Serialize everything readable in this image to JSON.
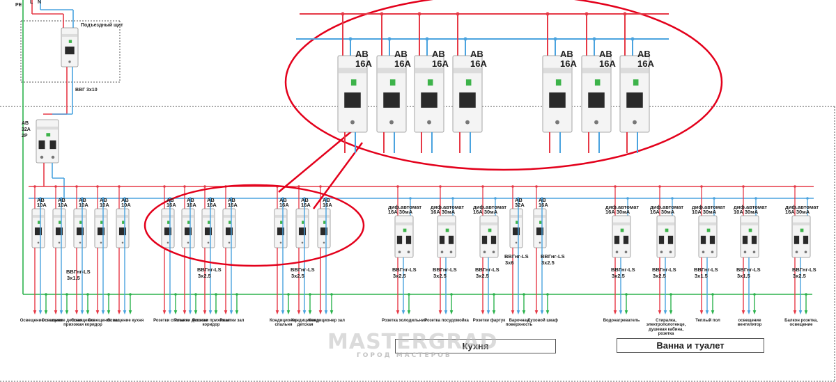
{
  "top": {
    "pe": "PE",
    "l": "L",
    "n": "N",
    "entrance_panel": "Подъездный щит",
    "input_cable": "ВВГ 3x10"
  },
  "main_breaker": {
    "type": "АВ",
    "rating": "32А",
    "poles": "2P"
  },
  "zoom": {
    "labels": [
      "АВ 16А",
      "АВ 16А",
      "АВ 16А",
      "АВ 16А",
      "АВ 16А",
      "АВ 16А",
      "АВ 16А"
    ]
  },
  "breakers": [
    {
      "l1": "АВ",
      "l2": "10А"
    },
    {
      "l1": "АВ",
      "l2": "10А"
    },
    {
      "l1": "АВ",
      "l2": "10А"
    },
    {
      "l1": "АВ",
      "l2": "10А"
    },
    {
      "l1": "АВ",
      "l2": "10А"
    },
    {
      "l1": "АВ",
      "l2": "16А"
    },
    {
      "l1": "АВ",
      "l2": "16А"
    },
    {
      "l1": "АВ",
      "l2": "16А"
    },
    {
      "l1": "АВ",
      "l2": "16А"
    },
    {
      "l1": "АВ",
      "l2": "16А"
    },
    {
      "l1": "АВ",
      "l2": "16А"
    },
    {
      "l1": "АВ",
      "l2": "16А"
    },
    {
      "l1": "диф.автомат",
      "l2": "16А 30мА"
    },
    {
      "l1": "диф.автомат",
      "l2": "16А 30мА"
    },
    {
      "l1": "диф.автомат",
      "l2": "16А 30мА"
    },
    {
      "l1": "АВ",
      "l2": "32А"
    },
    {
      "l1": "АВ",
      "l2": "16А"
    },
    {
      "l1": "диф.автомат",
      "l2": "16А 30мА"
    },
    {
      "l1": "диф.автомат",
      "l2": "16А 30мА"
    },
    {
      "l1": "диф.автомат",
      "l2": "10А 30мА"
    },
    {
      "l1": "диф.автомат",
      "l2": "10А 30мА"
    },
    {
      "l1": "диф.автомат",
      "l2": "16А 30мА"
    }
  ],
  "cables": [
    {
      "l1": "ВВГнг-LS",
      "l2": "3x1.5"
    },
    {
      "l1": "ВВГнг-LS",
      "l2": "3x2.5"
    },
    {
      "l1": "ВВГнг-LS",
      "l2": "3x2.5"
    },
    {
      "l1": "ВВГнг-LS",
      "l2": "3x2.5"
    },
    {
      "l1": "ВВГнг-LS",
      "l2": "3x2.5"
    },
    {
      "l1": "ВВГнг-LS",
      "l2": "3x2.5"
    },
    {
      "l1": "ВВГнг-LS",
      "l2": "3x6"
    },
    {
      "l1": "ВВГнг-LS",
      "l2": "3x2.5"
    },
    {
      "l1": "ВВГнг-LS",
      "l2": "3x2.5"
    },
    {
      "l1": "ВВГнг-LS",
      "l2": "3x2.5"
    },
    {
      "l1": "ВВГнг-LS",
      "l2": "3x1.5"
    },
    {
      "l1": "ВВГнг-LS",
      "l2": "3x1.5"
    },
    {
      "l1": "ВВГнг-LS",
      "l2": "3x2.5"
    }
  ],
  "consumers": [
    "Освещение спальня",
    "Освещение детская",
    "Освещение прихожая коридор",
    "Освещение зал",
    "Освещение кухня",
    "Розетки спальня",
    "Розетки детская",
    "Розетки прихожая коридор",
    "Розетки зал",
    "Кондиционер спальня",
    "Кондиционер детская",
    "Кондиционер зал",
    "Розетка холодильник",
    "Розетка посудомойка",
    "Розетки фартук",
    "Варочная поверхность",
    "Духовой шкаф",
    "Водонагреватель",
    "Стиралка, электрополотенце, душевая кабина, розетка",
    "Теплый пол",
    "освещение вентилятор",
    "Балкон розетка, освещение"
  ],
  "groups": {
    "kitchen": "Кухня",
    "bath": "Ванна и туалет"
  },
  "watermark": {
    "main": "MASTERGRAD",
    "sub": "ГОРОД МАСТЕРОВ"
  },
  "colors": {
    "phase": "#e63946",
    "neutral": "#4aa3df",
    "pe": "#2bb24c",
    "callout": "#e3001b"
  }
}
